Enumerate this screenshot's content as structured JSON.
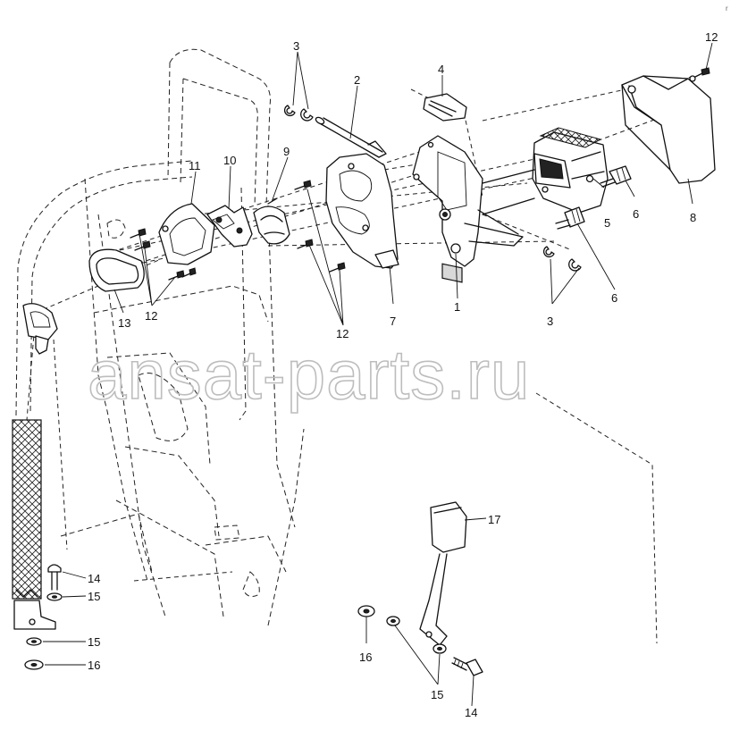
{
  "watermark": "ansat-parts.ru",
  "corner_mark": "r",
  "callouts": {
    "c1": "1",
    "c2": "2",
    "c3a": "3",
    "c3b": "3",
    "c4": "4",
    "c5": "5",
    "c6a": "6",
    "c6b": "6",
    "c7": "7",
    "c8": "8",
    "c9": "9",
    "c10": "10",
    "c11": "11",
    "c12a": "12",
    "c12b": "12",
    "c12c": "12",
    "c13": "13",
    "c14a": "14",
    "c14b": "14",
    "c15a": "15",
    "c15b": "15",
    "c15c": "15",
    "c16a": "16",
    "c16b": "16",
    "c17": "17"
  }
}
